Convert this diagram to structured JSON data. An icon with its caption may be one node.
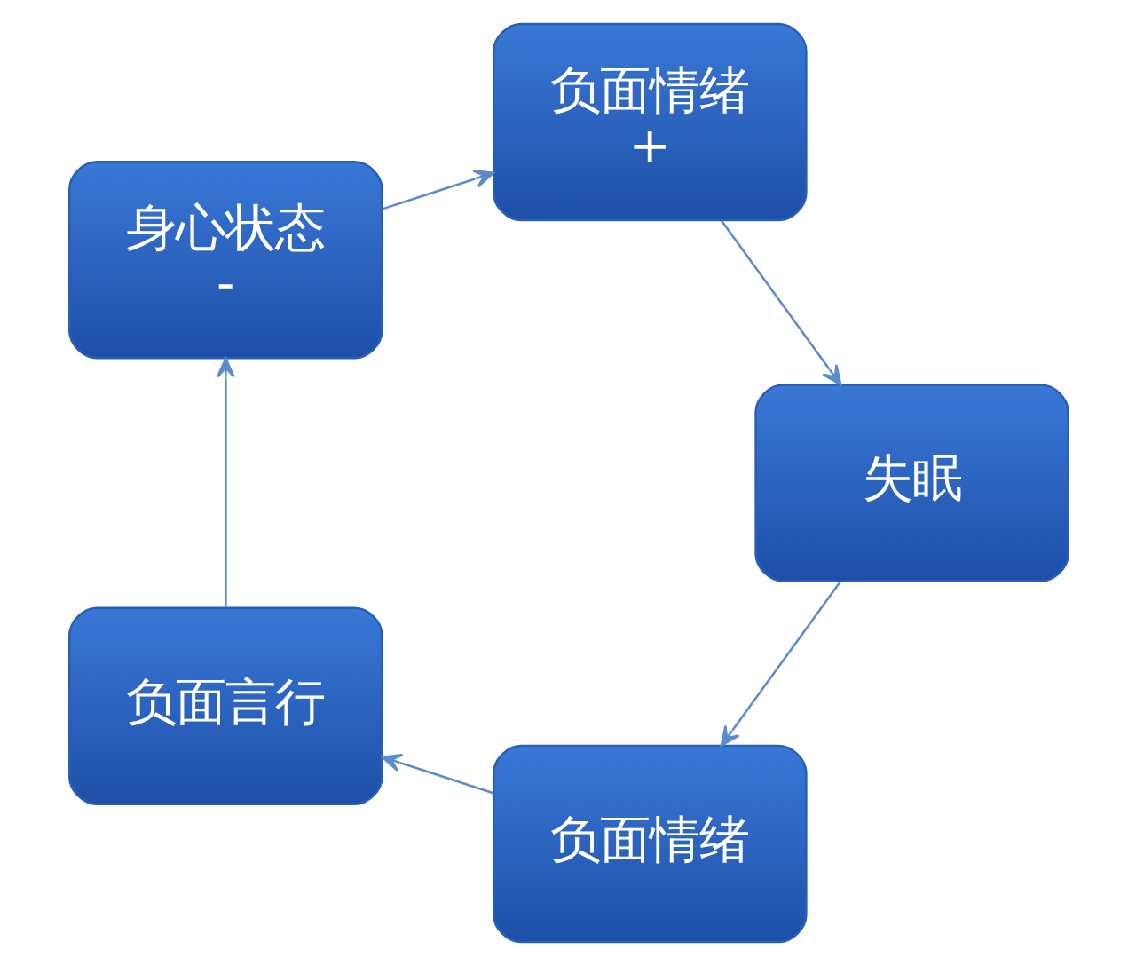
{
  "diagram": {
    "nodes": [
      {
        "text": [
          "负面情绪"
        ]
      },
      {
        "text": [
          "负面言行"
        ]
      },
      {
        "text": [
          "身心状态",
          "-"
        ]
      },
      {
        "text": [
          "负面情绪",
          "+"
        ]
      },
      {
        "text": [
          "失眠"
        ]
      }
    ],
    "edges": [
      {
        "from": 0,
        "to": 1,
        "arrow": "to"
      },
      {
        "from": 1,
        "to": 2,
        "arrow": "to"
      },
      {
        "from": 2,
        "to": 3,
        "arrow": "to"
      },
      {
        "from": 3,
        "to": 4,
        "arrow": "to"
      },
      {
        "from": 4,
        "to": 0,
        "arrow": "to"
      }
    ]
  }
}
